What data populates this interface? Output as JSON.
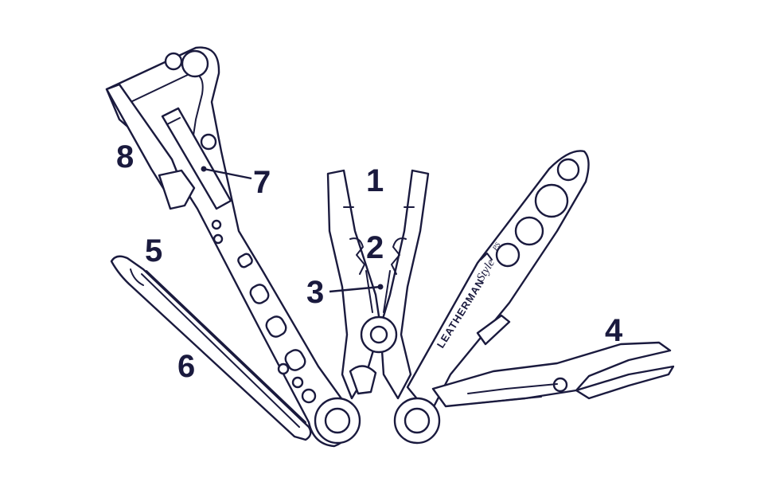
{
  "labels": {
    "n1": "1",
    "n2": "2",
    "n3": "3",
    "n4": "4",
    "n5": "5",
    "n6": "6",
    "n7": "7",
    "n8": "8"
  },
  "brand": {
    "name": "LEATHERMAN",
    "model": "Style",
    "model_suffix": "PS"
  },
  "colors": {
    "ink": "#1a1a3e",
    "background": "#ffffff"
  }
}
